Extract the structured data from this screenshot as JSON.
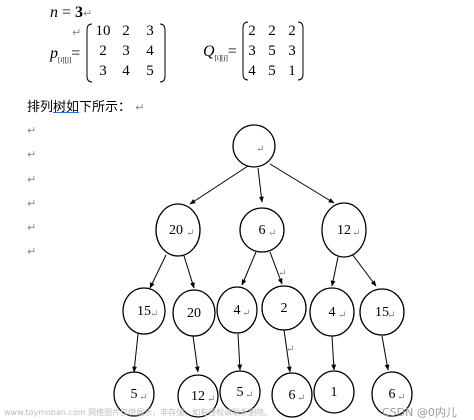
{
  "n_line": {
    "lhs": "n",
    "eq": " = ",
    "val": "3"
  },
  "matrix_p": {
    "label": "p",
    "subscript": "[i][j]",
    "eq": "=",
    "rows": [
      [
        "10",
        "2",
        "3"
      ],
      [
        "2",
        "3",
        "4"
      ],
      [
        "3",
        "4",
        "5"
      ]
    ]
  },
  "matrix_q": {
    "label": "Q",
    "subscript": "[i][j]",
    "eq": "=",
    "rows": [
      [
        "2",
        "2",
        "2"
      ],
      [
        "3",
        "5",
        "3"
      ],
      [
        "4",
        "5",
        "1"
      ]
    ]
  },
  "heading": {
    "pre": "排列",
    "underlined": "树如",
    "post": "下所示："
  },
  "paragraph_mark": "↵",
  "tree": {
    "root": "",
    "level1": [
      "20",
      "6",
      "12"
    ],
    "level2": [
      "15",
      "20",
      "4",
      "2",
      "4",
      "15"
    ],
    "level3": [
      "5",
      "12",
      "5",
      "6",
      "1",
      "6"
    ]
  },
  "footer": {
    "watermark": "www.toymoban.com 网络图片仅供展示，非存储，如有侵权请联系删除。",
    "brand": "CSDN @0内儿"
  },
  "colors": {
    "line": "#000000",
    "mark": "#888888",
    "underline": "#2a6fd6"
  }
}
